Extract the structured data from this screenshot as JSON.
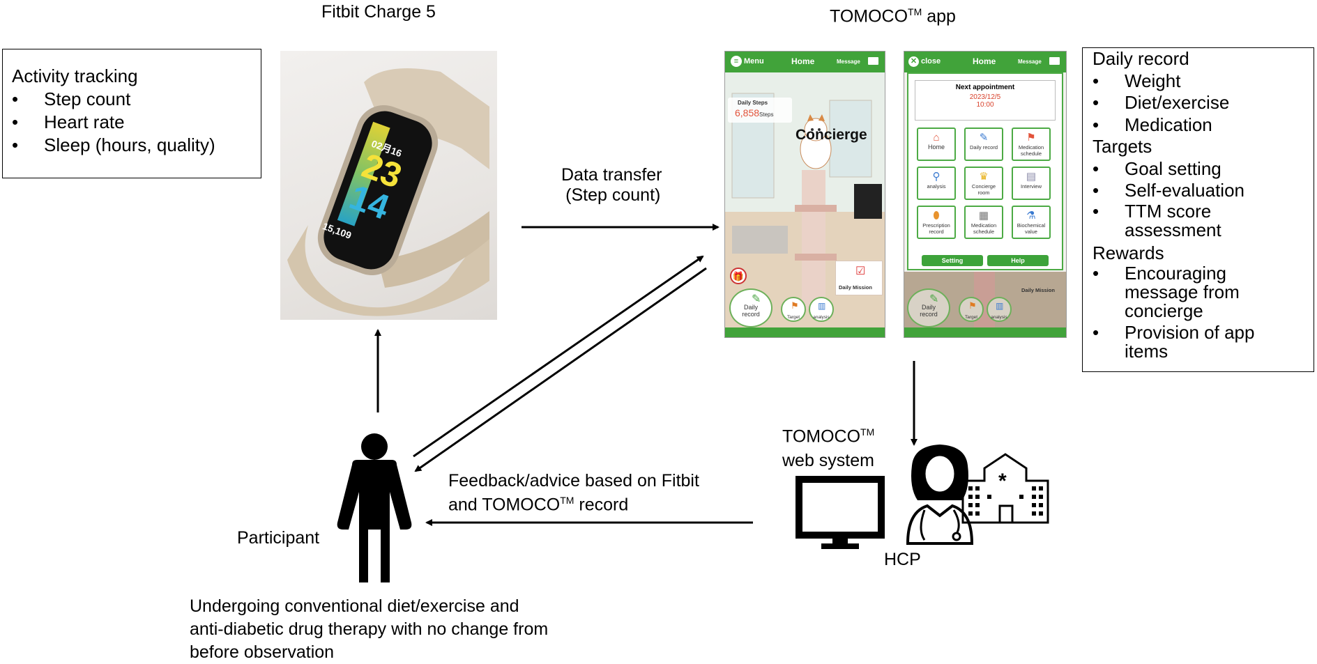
{
  "titles": {
    "fitbit": "Fitbit Charge 5",
    "app_prefix": "TOMOCO",
    "app_suffix": " app",
    "tm": "TM"
  },
  "activity_box": {
    "heading": "Activity tracking",
    "items": [
      "Step count",
      "Heart rate",
      "Sleep (hours, quality)"
    ]
  },
  "watch": {
    "date": "02月16",
    "hour": "23",
    "minute": "14",
    "steps": "15,109"
  },
  "data_transfer": {
    "line1": "Data transfer",
    "line2": "(Step count)"
  },
  "app_screen1": {
    "menu": "Menu",
    "home": "Home",
    "message": "Message",
    "daily_steps_label": "Daily Steps",
    "daily_steps_value": "6,858",
    "steps_unit": "Steps",
    "concierge": "Concierge",
    "daily_mission": "Daily Mission",
    "daily_record": "Daily record",
    "target": "Target",
    "analysis": "analysis"
  },
  "app_screen2": {
    "close": "close",
    "home": "Home",
    "message": "Message",
    "next_appointment": "Next appointment",
    "appt_date": "2023/12/5",
    "appt_time": "10:00",
    "tiles": [
      "Home",
      "Daily record",
      "Medication schedule",
      "analysis",
      "Concierge room",
      "Interview",
      "Prescription record",
      "Medication schedule",
      "Biochemical value"
    ],
    "setting": "Setting",
    "help": "Help",
    "daily_mission": "Daily Mission",
    "daily_record": "Daily record",
    "target": "Target",
    "analysis": "analysis"
  },
  "features_box": {
    "sections": [
      {
        "heading": "Daily record",
        "items": [
          "Weight",
          "Diet/exercise",
          "Medication"
        ]
      },
      {
        "heading": "Targets",
        "items": [
          "Goal setting",
          "Self-evaluation",
          "TTM score assessment"
        ]
      },
      {
        "heading": "Rewards",
        "items": [
          "Encouraging message from concierge",
          "Provision of app items"
        ]
      }
    ]
  },
  "web_system": {
    "line1_prefix": "TOMOCO",
    "line2": "web system"
  },
  "feedback": {
    "line1": "Feedback/advice based on Fitbit",
    "line2_prefix": "and TOMOCO",
    "line2_suffix": " record"
  },
  "hcp_label": "HCP",
  "participant_label": "Participant",
  "participant_note": [
    "Undergoing conventional diet/exercise and",
    "anti-diabetic drug therapy with no change from",
    "before observation"
  ]
}
